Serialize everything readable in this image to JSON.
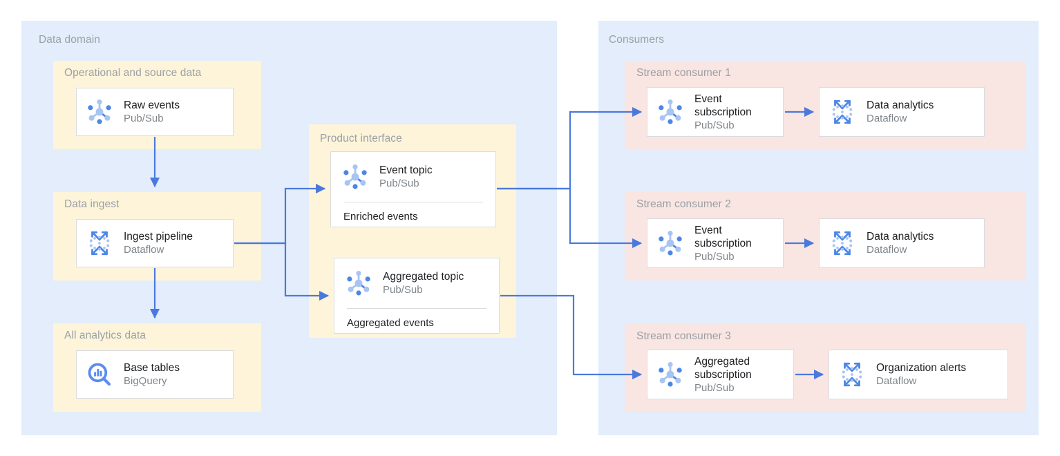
{
  "colors": {
    "panel_blue": "#e3edfb",
    "panel_yellow": "#fdf4da",
    "panel_pink": "#f9e5e1",
    "arrow": "#4a79dd",
    "card_border": "#dadce0",
    "label_gray": "#9aa0a6",
    "title_black": "#202124",
    "subtitle_gray": "#80868b",
    "icon_blue_dark": "#4c86e8",
    "icon_blue_light": "#a7c4f2"
  },
  "regions": {
    "data_domain": {
      "label": "Data domain"
    },
    "consumers": {
      "label": "Consumers"
    }
  },
  "groups": {
    "operational": {
      "label": "Operational and source data"
    },
    "data_ingest": {
      "label": "Data ingest"
    },
    "all_analytics": {
      "label": "All analytics data"
    },
    "product_interface": {
      "label": "Product interface"
    },
    "stream_consumer_1": {
      "label": "Stream consumer 1"
    },
    "stream_consumer_2": {
      "label": "Stream consumer 2"
    },
    "stream_consumer_3": {
      "label": "Stream consumer 3"
    }
  },
  "cards": {
    "raw_events": {
      "title": "Raw events",
      "subtitle": "Pub/Sub",
      "icon": "pubsub-icon"
    },
    "ingest_pipeline": {
      "title": "Ingest pipeline",
      "subtitle": "Dataflow",
      "icon": "dataflow-icon"
    },
    "base_tables": {
      "title": "Base tables",
      "subtitle": "BigQuery",
      "icon": "bigquery-icon"
    },
    "event_topic": {
      "title": "Event topic",
      "subtitle": "Pub/Sub",
      "footer": "Enriched events",
      "icon": "pubsub-icon"
    },
    "aggregated_topic": {
      "title": "Aggregated topic",
      "subtitle": "Pub/Sub",
      "footer": "Aggregated events",
      "icon": "pubsub-icon"
    },
    "event_subscription_1": {
      "title": "Event\nsubscription",
      "subtitle": "Pub/Sub",
      "icon": "pubsub-icon"
    },
    "data_analytics_1": {
      "title": "Data analytics",
      "subtitle": "Dataflow",
      "icon": "dataflow-icon"
    },
    "event_subscription_2": {
      "title": "Event\nsubscription",
      "subtitle": "Pub/Sub",
      "icon": "pubsub-icon"
    },
    "data_analytics_2": {
      "title": "Data analytics",
      "subtitle": "Dataflow",
      "icon": "dataflow-icon"
    },
    "aggregated_subscription_3": {
      "title": "Aggregated\nsubscription",
      "subtitle": "Pub/Sub",
      "icon": "pubsub-icon"
    },
    "organization_alerts_3": {
      "title": "Organization alerts",
      "subtitle": "Dataflow",
      "icon": "dataflow-icon"
    }
  },
  "flows": [
    {
      "name": "raw-events-to-ingest-pipeline"
    },
    {
      "name": "ingest-pipeline-to-base-tables"
    },
    {
      "name": "ingest-pipeline-to-event-topic"
    },
    {
      "name": "ingest-pipeline-to-aggregated-topic"
    },
    {
      "name": "event-topic-to-event-subscription-1"
    },
    {
      "name": "event-topic-to-event-subscription-2"
    },
    {
      "name": "aggregated-topic-to-aggregated-subscription-3"
    },
    {
      "name": "event-subscription-1-to-data-analytics-1"
    },
    {
      "name": "event-subscription-2-to-data-analytics-2"
    },
    {
      "name": "aggregated-subscription-3-to-organization-alerts-3"
    }
  ]
}
